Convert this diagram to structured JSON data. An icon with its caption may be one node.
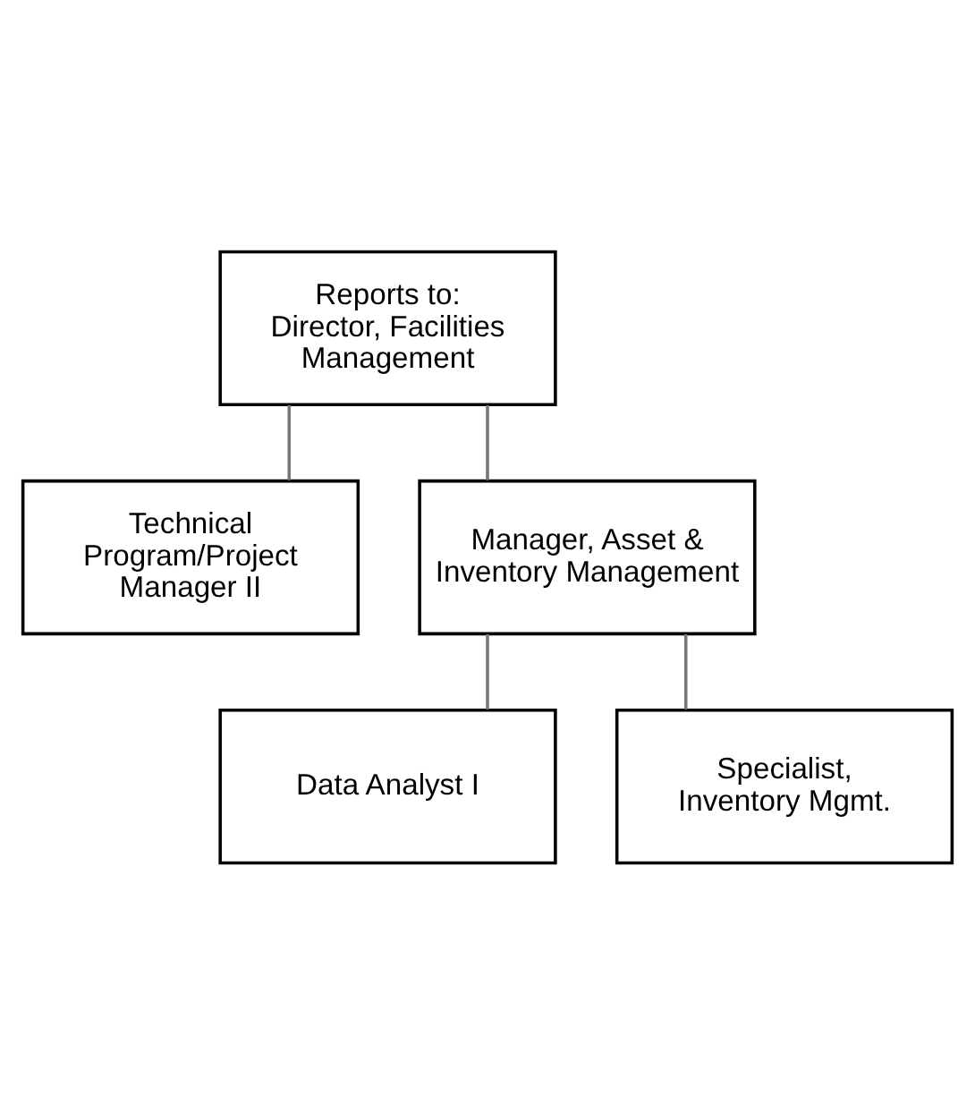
{
  "diagram": {
    "nodes": [
      {
        "text": [
          "Reports to: Director, Facilities Management"
        ]
      },
      {
        "text": [
          "Technical Program/Project Manager II"
        ]
      },
      {
        "text": [
          "Manager, Asset & Inventory Management"
        ]
      },
      {
        "text": [
          "Data Analyst I"
        ]
      },
      {
        "text": [
          "Specialist, Inventory Mgmt."
        ]
      }
    ],
    "edges": [
      {
        "from": 0,
        "to": 1,
        "arrow": "none"
      },
      {
        "from": 0,
        "to": 2,
        "arrow": "none"
      },
      {
        "from": 2,
        "to": 3,
        "arrow": "none"
      },
      {
        "from": 2,
        "to": 4,
        "arrow": "none"
      }
    ]
  }
}
